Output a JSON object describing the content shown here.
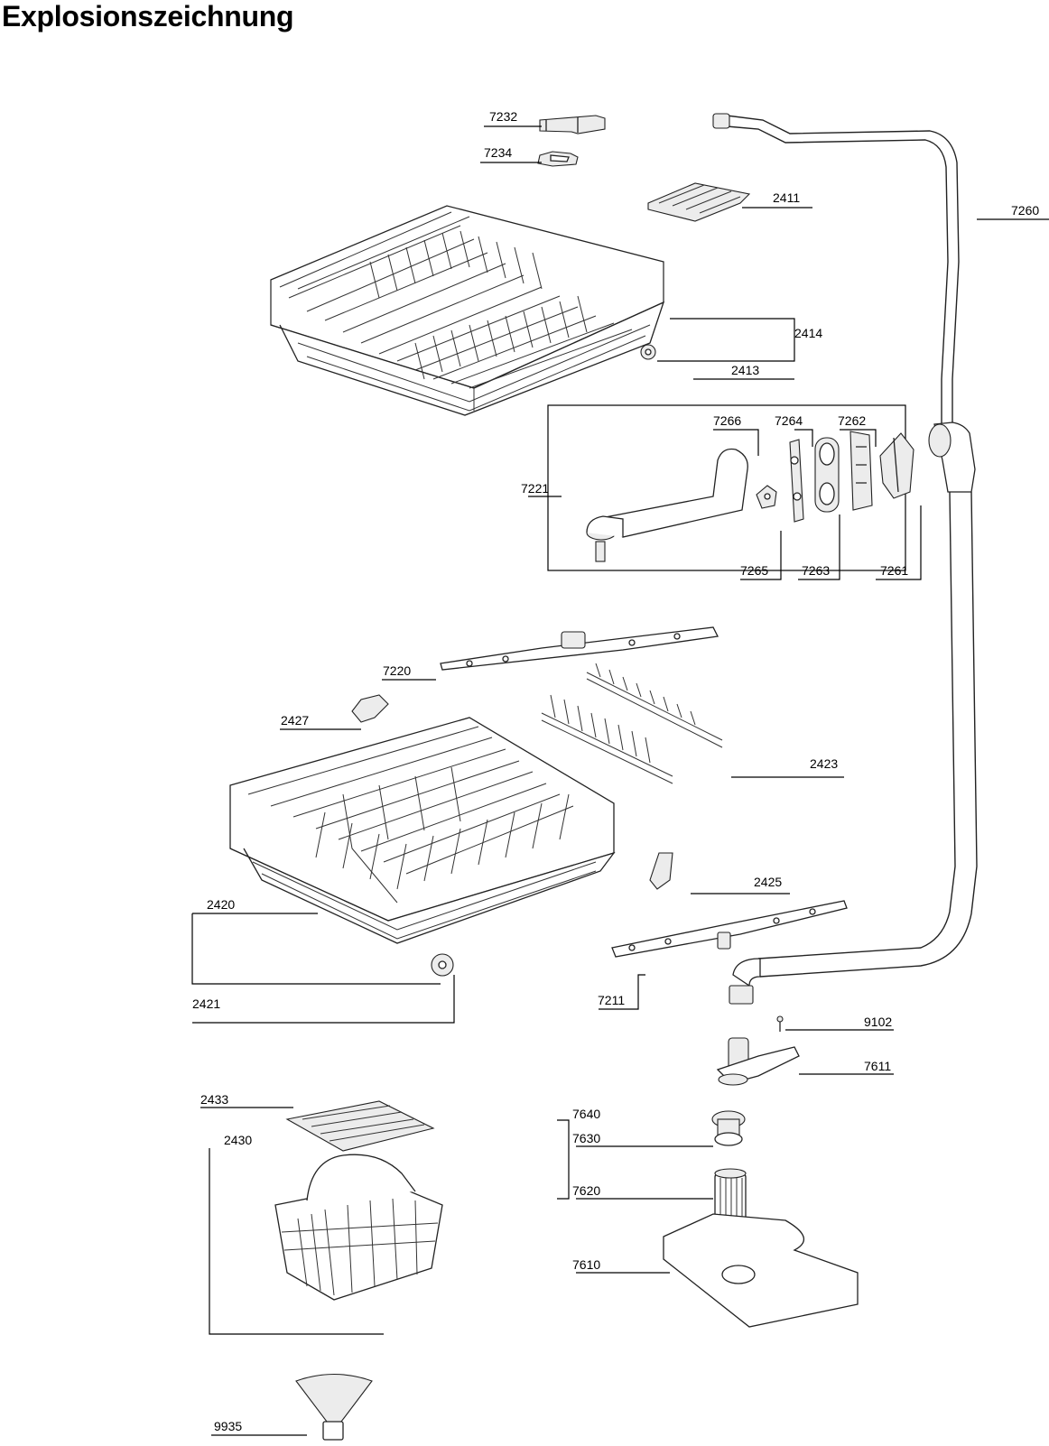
{
  "title": "Explosionszeichnung",
  "parts": {
    "p7232": "7232",
    "p7234": "7234",
    "p2411": "2411",
    "p7260": "7260",
    "p2414": "2414",
    "p2413": "2413",
    "p7266": "7266",
    "p7264": "7264",
    "p7262": "7262",
    "p7221": "7221",
    "p7265": "7265",
    "p7263": "7263",
    "p7261": "7261",
    "p7220": "7220",
    "p2427": "2427",
    "p2423": "2423",
    "p2425": "2425",
    "p2420": "2420",
    "p2421": "2421",
    "p7211": "7211",
    "p9102": "9102",
    "p7611": "7611",
    "p2433": "2433",
    "p2430": "2430",
    "p7640": "7640",
    "p7630": "7630",
    "p7620": "7620",
    "p7610": "7610",
    "p9935": "9935"
  }
}
